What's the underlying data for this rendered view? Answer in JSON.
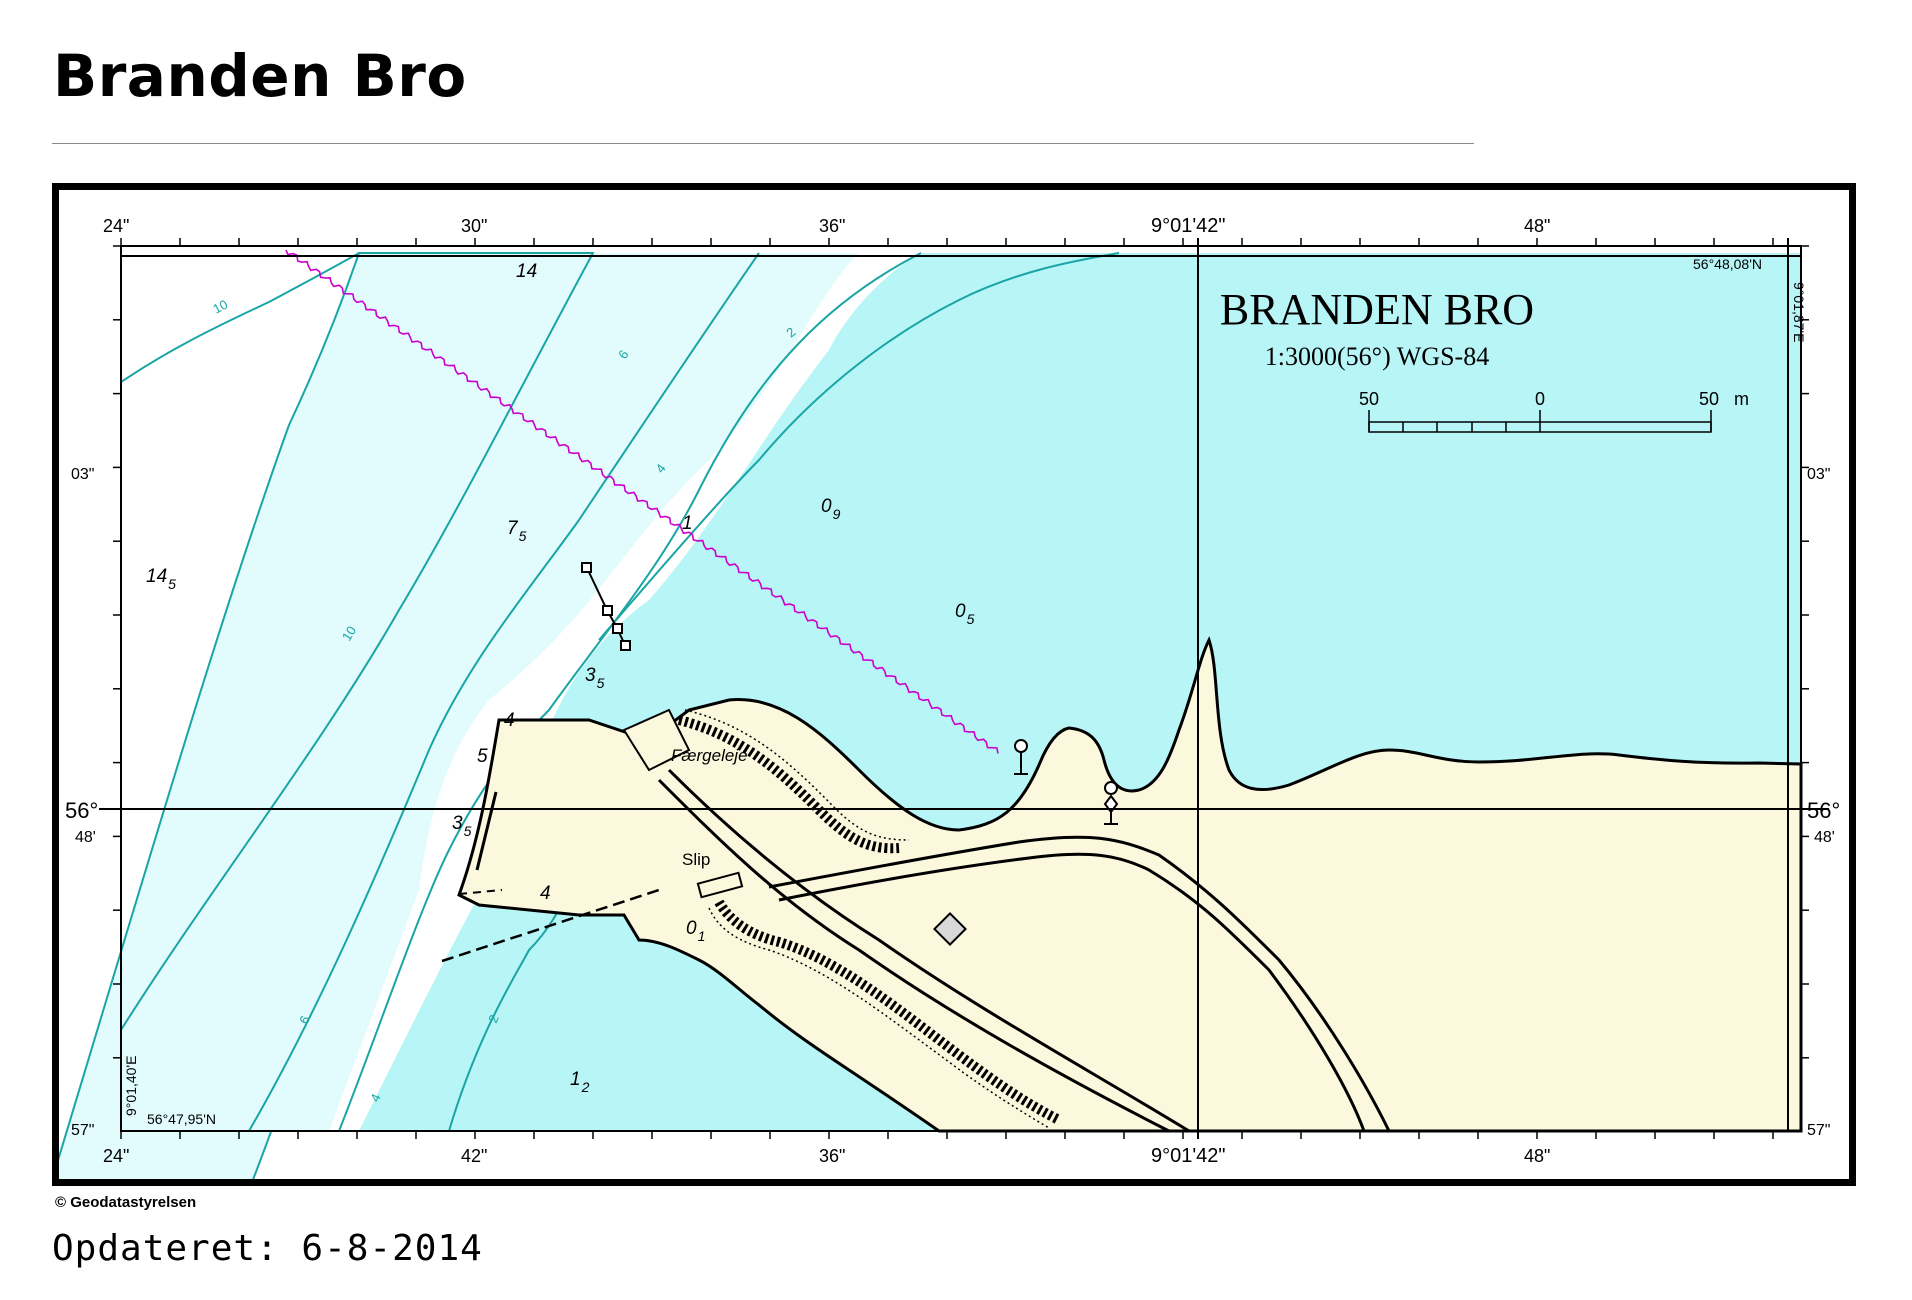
{
  "page": {
    "title": "Branden Bro",
    "copyright": "© Geodatastyrelsen",
    "updated": "Opdateret: 6-8-2014"
  },
  "chart": {
    "name": "BRANDEN BRO",
    "scale_line": "1:3000(56°) WGS-84",
    "scale_bar": {
      "left": "50",
      "mid": "0",
      "right": "50",
      "unit": "m"
    },
    "top_ticks": {
      "a": "24\"",
      "b": "30\"",
      "c": "36\"",
      "d": "9°01'42\"",
      "e": "48\""
    },
    "bottom_ticks": {
      "a": "24\"",
      "b": "42\"",
      "c": "36\"",
      "d": "9°01'42\"",
      "e": "48\""
    },
    "left_ticks": {
      "top": "03\"",
      "mid_deg": "56°",
      "mid_min": "48'",
      "bottom": "57\""
    },
    "right_ticks": {
      "top": "03\"",
      "mid_deg": "56°",
      "mid_min": "48'",
      "bottom": "57\""
    },
    "corner_labels": {
      "ne_lat": "56°48,08'N",
      "ne_lon": "9°01,87'E",
      "sw_lat": "56°47,95'N",
      "sw_lon": "9°01,40'E"
    },
    "place_names": {
      "ferry": "Færgeleje",
      "slip": "Slip"
    },
    "depths": [
      {
        "id": "d14",
        "main": "14",
        "sub": ""
      },
      {
        "id": "d145",
        "main": "14",
        "sub": "5"
      },
      {
        "id": "d75",
        "main": "7",
        "sub": "5"
      },
      {
        "id": "d1",
        "main": "1",
        "sub": ""
      },
      {
        "id": "d09",
        "main": "0",
        "sub": "9"
      },
      {
        "id": "d05",
        "main": "0",
        "sub": "5"
      },
      {
        "id": "d35a",
        "main": "3",
        "sub": "5"
      },
      {
        "id": "d4a",
        "main": "4",
        "sub": ""
      },
      {
        "id": "d5",
        "main": "5",
        "sub": ""
      },
      {
        "id": "d35b",
        "main": "3",
        "sub": "5"
      },
      {
        "id": "d4b",
        "main": "4",
        "sub": ""
      },
      {
        "id": "d01",
        "main": "0",
        "sub": "1"
      },
      {
        "id": "d12",
        "main": "1",
        "sub": "2"
      }
    ],
    "contour_labels": {
      "c10a": "10",
      "c10b": "10",
      "c6a": "6",
      "c6b": "6",
      "c4a": "4",
      "c4b": "4",
      "c2a": "2",
      "c2b": "2"
    },
    "colors": {
      "deep_water": "#ffffff",
      "mid_water": "#e2fbfc",
      "shallow_water": "#b8f5f7",
      "land": "#fbf8dd",
      "contour": "#1aa5a5",
      "cable": "#cc00cc"
    }
  }
}
